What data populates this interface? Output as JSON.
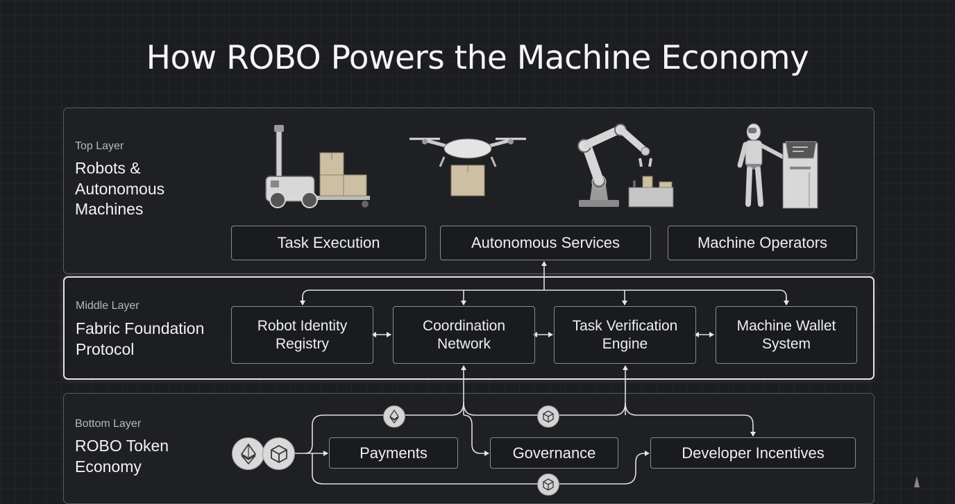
{
  "title": "How ROBO Powers the Machine Economy",
  "layers": {
    "top": {
      "tag": "Top Layer",
      "name_lines": [
        "Robots &",
        "Autonomous",
        "Machines"
      ]
    },
    "middle": {
      "tag": "Middle Layer",
      "name_lines": [
        "Fabric Foundation",
        "Protocol"
      ]
    },
    "bottom": {
      "tag": "Bottom Layer",
      "name_lines": [
        "ROBO Token",
        "Economy"
      ]
    }
  },
  "top_boxes": [
    "Task Execution",
    "Autonomous Services",
    "Machine Operators"
  ],
  "middle_boxes": [
    {
      "line1": "Robot Identity",
      "line2": "Registry"
    },
    {
      "line1": "Coordination",
      "line2": "Network"
    },
    {
      "line1": "Task Verification",
      "line2": "Engine"
    },
    {
      "line1": "Machine Wallet",
      "line2": "System"
    }
  ],
  "bottom_boxes": [
    "Payments",
    "Governance",
    "Developer Incentives"
  ],
  "illustrations": [
    "delivery-robot-icon",
    "delivery-drone-icon",
    "robotic-arm-icon",
    "humanoid-robot-terminal-icon"
  ],
  "token_icons": [
    "ethereum-icon",
    "cube-token-icon"
  ],
  "colors": {
    "background": "#1c1d20",
    "panel_border": "#5a5c61",
    "highlight_border": "#e6e6e6",
    "text": "#f2f2f2"
  }
}
